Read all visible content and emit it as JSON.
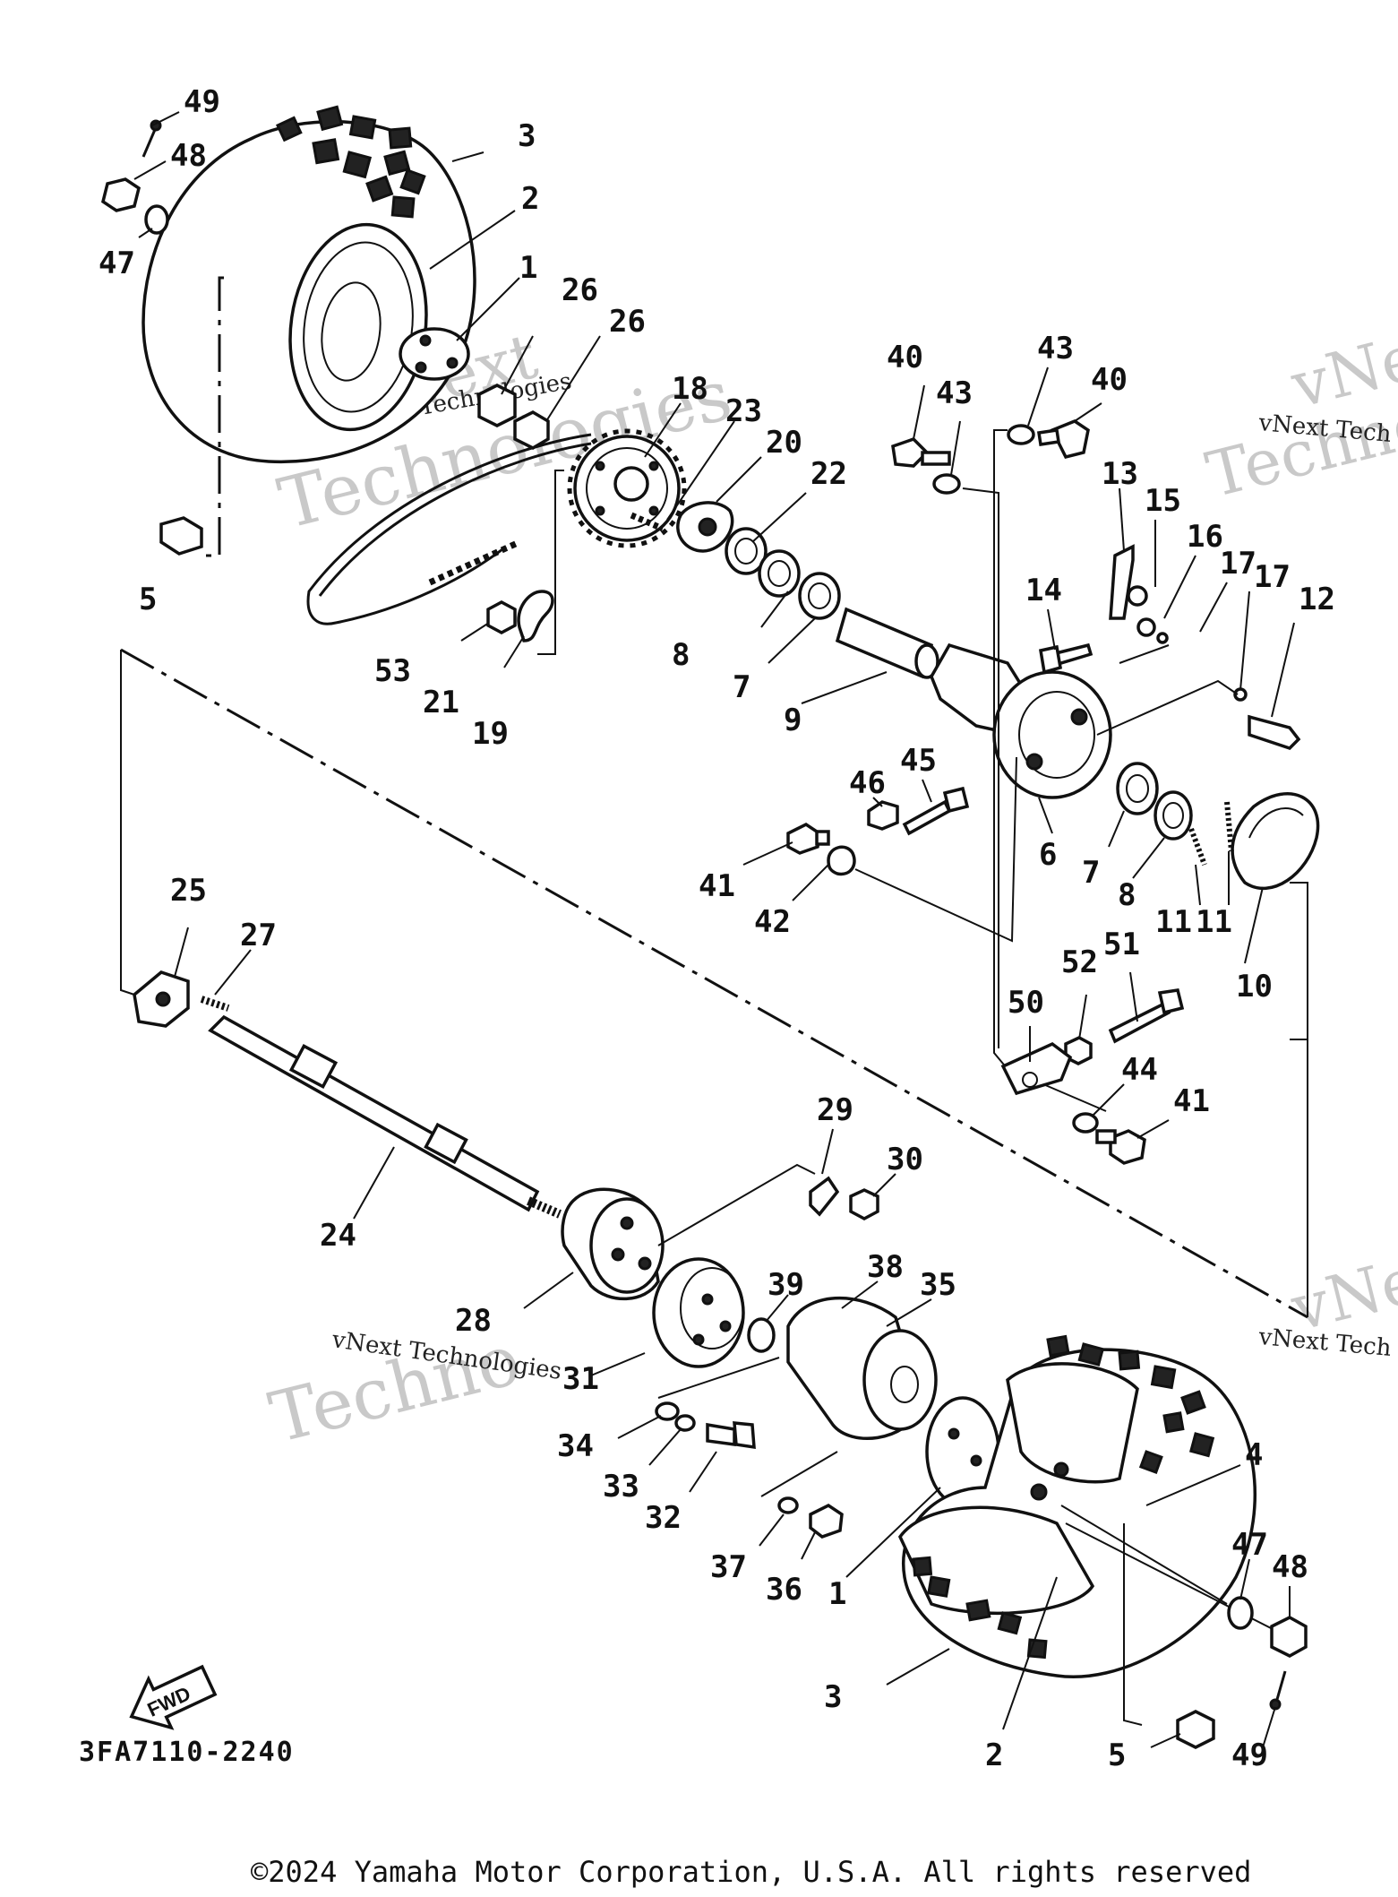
{
  "diagram": {
    "drawing_code": "3FA7110-2240",
    "copyright": "©2024 Yamaha Motor Corporation, U.S.A. All rights reserved",
    "fwd_label": "FWD",
    "watermark_lines": [
      "vNext Technologies",
      "vNext Technologies",
      "vNext Tech",
      "vNext Tech"
    ],
    "watermark_big": [
      "vNext",
      "Technologies",
      "Techno",
      "Techno",
      "vNe",
      "vNe"
    ],
    "callouts": {
      "c49a": "49",
      "c48a": "48",
      "c47a": "47",
      "c3a": "3",
      "c2a": "2",
      "c1a": "1",
      "c26a": "26",
      "c26b": "26",
      "c5a": "5",
      "c18": "18",
      "c23": "23",
      "c20": "20",
      "c22": "22",
      "c53": "53",
      "c21": "21",
      "c19": "19",
      "c8a": "8",
      "c7a": "7",
      "c9": "9",
      "c40a": "40",
      "c43a": "43",
      "c43b": "43",
      "c40b": "40",
      "c13": "13",
      "c15": "15",
      "c16": "16",
      "c17a": "17",
      "c17b": "17",
      "c12": "12",
      "c14": "14",
      "c45": "45",
      "c46": "46",
      "c41a": "41",
      "c42": "42",
      "c6": "6",
      "c7b": "7",
      "c8b": "8",
      "c11a": "11",
      "c11b": "11",
      "c10": "10",
      "c52": "52",
      "c51": "51",
      "c50": "50",
      "c44": "44",
      "c41b": "41",
      "c25": "25",
      "c27": "27",
      "c24": "24",
      "c29": "29",
      "c30": "30",
      "c28": "28",
      "c31": "31",
      "c39": "39",
      "c38": "38",
      "c35": "35",
      "c34": "34",
      "c33": "33",
      "c32": "32",
      "c37": "37",
      "c36": "36",
      "c1b": "1",
      "c4": "4",
      "c47b": "47",
      "c48b": "48",
      "c3b": "3",
      "c2b": "2",
      "c5b": "5",
      "c49b": "49"
    }
  }
}
